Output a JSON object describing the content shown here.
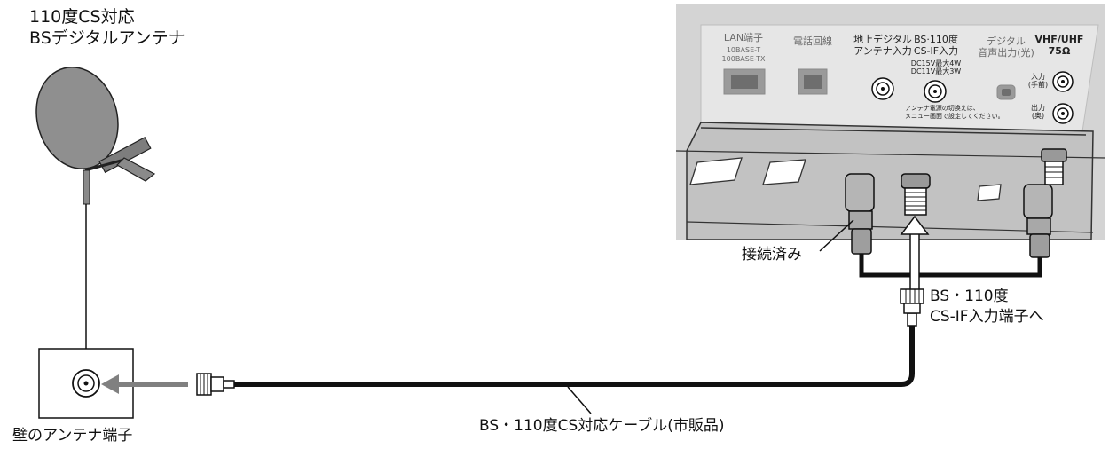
{
  "antenna": {
    "title_line1": "110度CS対応",
    "title_line2": "BSデジタルアンテナ"
  },
  "wall_outlet": {
    "label": "壁のアンテナ端子"
  },
  "cable": {
    "label": "BS・110度CS対応ケーブル(市販品)"
  },
  "connector_callout": {
    "line1": "BS・110度",
    "line2": "CS-IF入力端子へ"
  },
  "connected_label": "接続済み",
  "tv_panel": {
    "lan_title": "LAN端子",
    "lan_sub1": "10BASE-T",
    "lan_sub2": "100BASE-TX",
    "phone": "電話回線",
    "terrestrial_line1": "地上デジタル",
    "terrestrial_line2": "アンテナ入力",
    "bs_line1": "BS·110度",
    "bs_line2": "CS-IF入力",
    "bs_power1": "DC15V最大4W",
    "bs_power2": "DC11V最大3W",
    "note_line1": "アンテナ電源の切換えは、",
    "note_line2": "メニュー画面で設定してください。",
    "optical_line1": "デジタル",
    "optical_line2": "音声出力(光)",
    "vhf_line1": "VHF/UHF",
    "vhf_line2": "75Ω",
    "in_label": "入力",
    "in_sub": "(手前)",
    "out_label": "出力",
    "out_sub": "(奥)"
  }
}
